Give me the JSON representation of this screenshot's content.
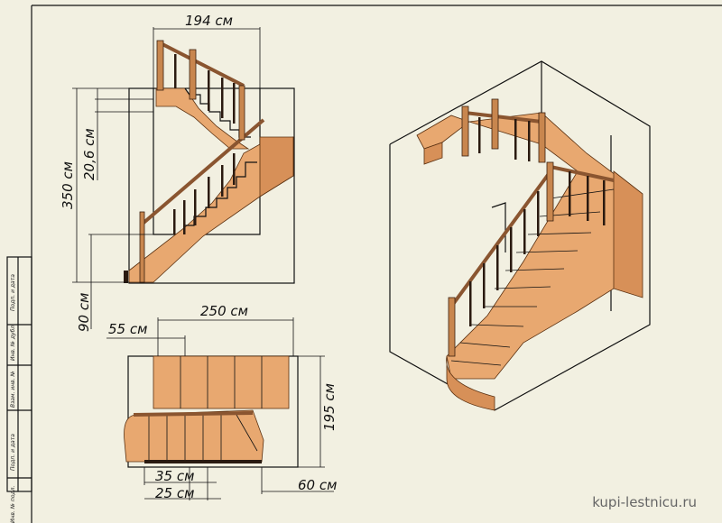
{
  "side_view": {
    "width_label": "194 см",
    "height_label": "350 см",
    "step_label": "20,6 см",
    "bottom_label": "90 см"
  },
  "plan_view": {
    "length_label": "250 см",
    "top_offset_label": "55 см",
    "depth_label": "195 см",
    "label_35": "35 см",
    "label_25": "25 см",
    "label_60": "60 см"
  },
  "stamp": [
    "Подп. и дата",
    "Инв. № дубл.",
    "Взам. инв. №",
    "Подп. и дата",
    "Инв. № подл."
  ],
  "watermark": "kupi-lestnicu.ru",
  "colors": {
    "background": "#f2f0e1",
    "wood": "#e8a870",
    "line": "#111111"
  }
}
